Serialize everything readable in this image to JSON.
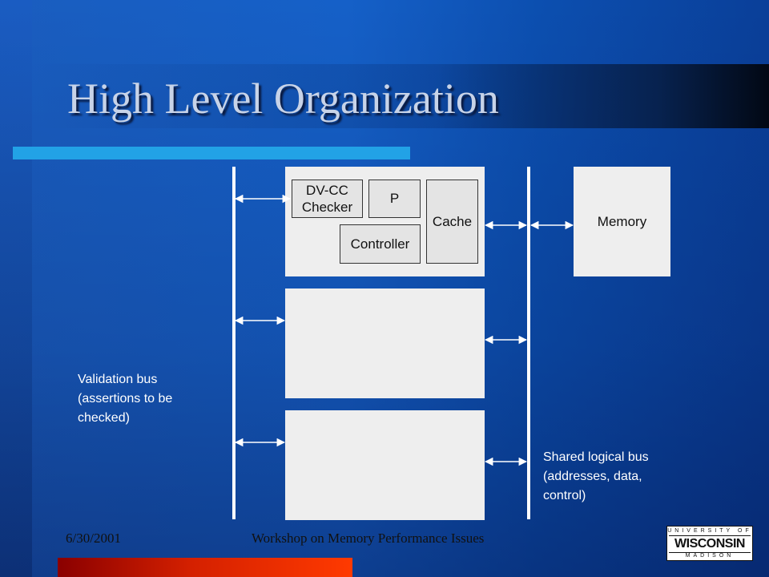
{
  "title": "High Level Organization",
  "diagram": {
    "checker_line1": "DV-CC",
    "checker_line2": "Checker",
    "processor": "P",
    "cache": "Cache",
    "controller": "Controller",
    "memory": "Memory",
    "validation_bus": [
      "Validation bus",
      "(assertions to be",
      "checked)"
    ],
    "shared_bus": [
      "Shared logical bus",
      "(addresses, data,",
      "control)"
    ]
  },
  "footer": {
    "date": "6/30/2001",
    "event": "Workshop on Memory Performance Issues"
  },
  "logo": {
    "line1": "UNIVERSITY OF",
    "line2": "WISCONSIN",
    "line3": "MADISON"
  },
  "colors": {
    "background": "#1560c8",
    "title_rule": "#22a2e6",
    "bottom_band": "#ff3a00"
  }
}
